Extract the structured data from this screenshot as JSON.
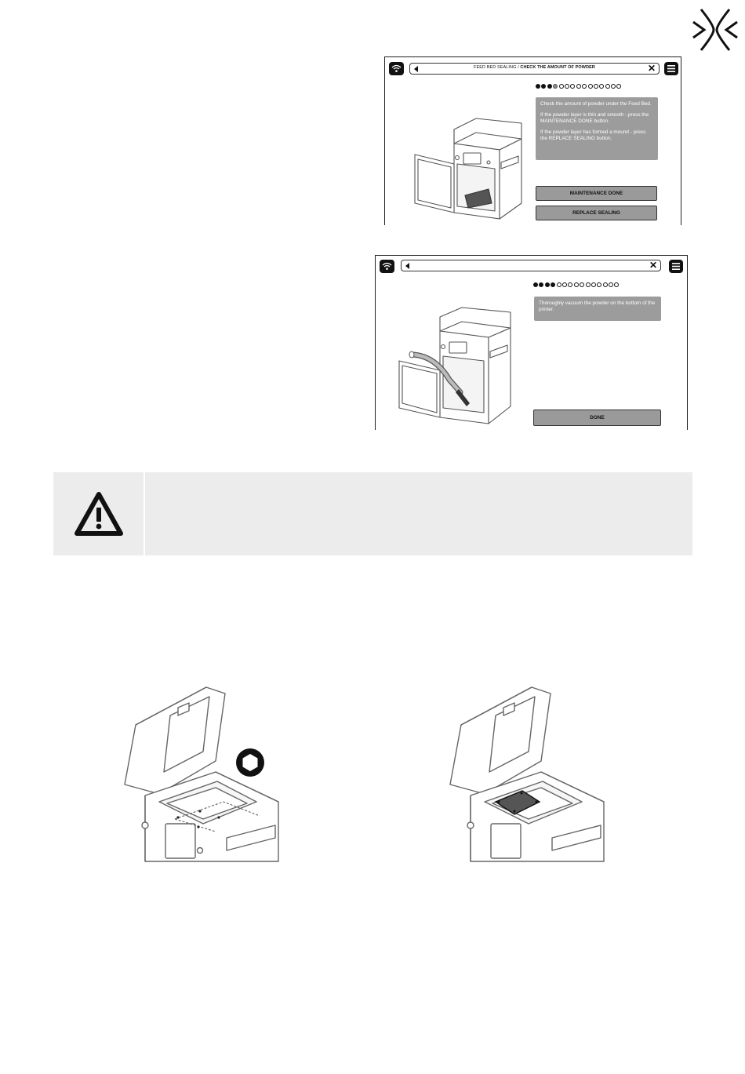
{
  "screen1": {
    "nav_title_prefix": "FEED BED SEALING / ",
    "nav_title_bold": "CHECK THE AMOUNT OF POWDER",
    "progress": {
      "total": 15,
      "done": 3,
      "current_index": 3
    },
    "info_paragraphs": [
      "Check the amount of powder under the Feed Bed.",
      "If the powder layer is thin and smooth - press the MAINTENANCE DONE button.",
      "If the powder layer has formed a mound - press the REPLACE SEALING button."
    ],
    "button_maintenance": "MAINTENANCE DONE",
    "button_replace": "REPLACE SEALING"
  },
  "screen2": {
    "nav_title": "",
    "progress": {
      "total": 15,
      "done": 4
    },
    "info_text": "Thoroughly vacuum the powder on the bottom of the printer.",
    "button_done": "DONE"
  },
  "icons": {
    "logo": "brand-logo-icon",
    "wifi": "wifi-icon",
    "menu": "hamburger-menu-icon",
    "back": "back-arrow-icon",
    "close": "close-icon",
    "warning": "warning-triangle-icon",
    "hex": "hex-key-icon"
  }
}
